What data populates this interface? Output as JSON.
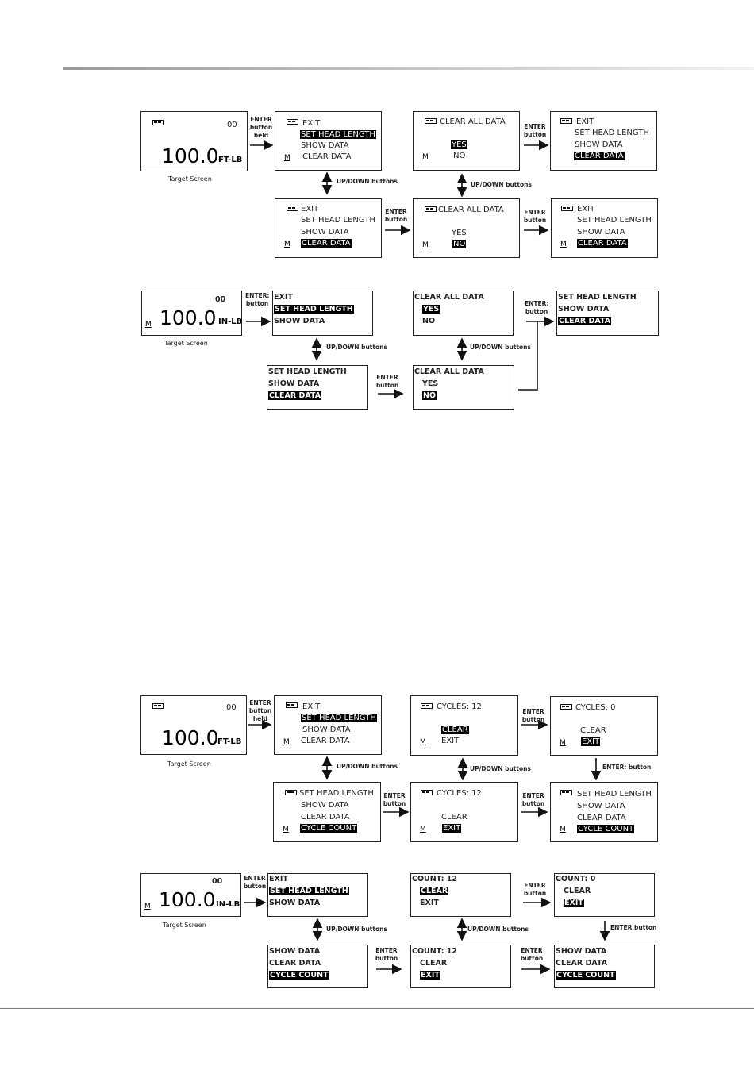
{
  "labels": {
    "enter": "ENTER",
    "button": "button",
    "held": "held",
    "enter_held_upper": "ENTER:",
    "enter_button_inline": "ENTER button",
    "enter_button_colon": "ENTER: button",
    "updown": "UP/DOWN buttons",
    "target_screen": "Target Screen",
    "target_screen_spaced": "Target  Screen",
    "m": "M"
  },
  "display": {
    "counter": "00",
    "value": "100.0",
    "unit_ft": "FT-LB",
    "unit_in": "IN-LB"
  },
  "menu": {
    "exit": "EXIT",
    "exit_upper": "EXIT",
    "set_head_length": "SET HEAD LENGTH",
    "show_data": "SHOW DATA",
    "clear_data": "CLEAR DATA",
    "cycle_count": "CYCLE COUNT",
    "clear_all_data": "CLEAR ALL DATA",
    "yes": "YES",
    "no": "NO",
    "clear": "CLEAR",
    "cycles_12": "CYCLES:  12",
    "cycles_0": "CYCLES:  0",
    "count_12": "COUNT: 12",
    "count_0": "COUNT: 0"
  }
}
